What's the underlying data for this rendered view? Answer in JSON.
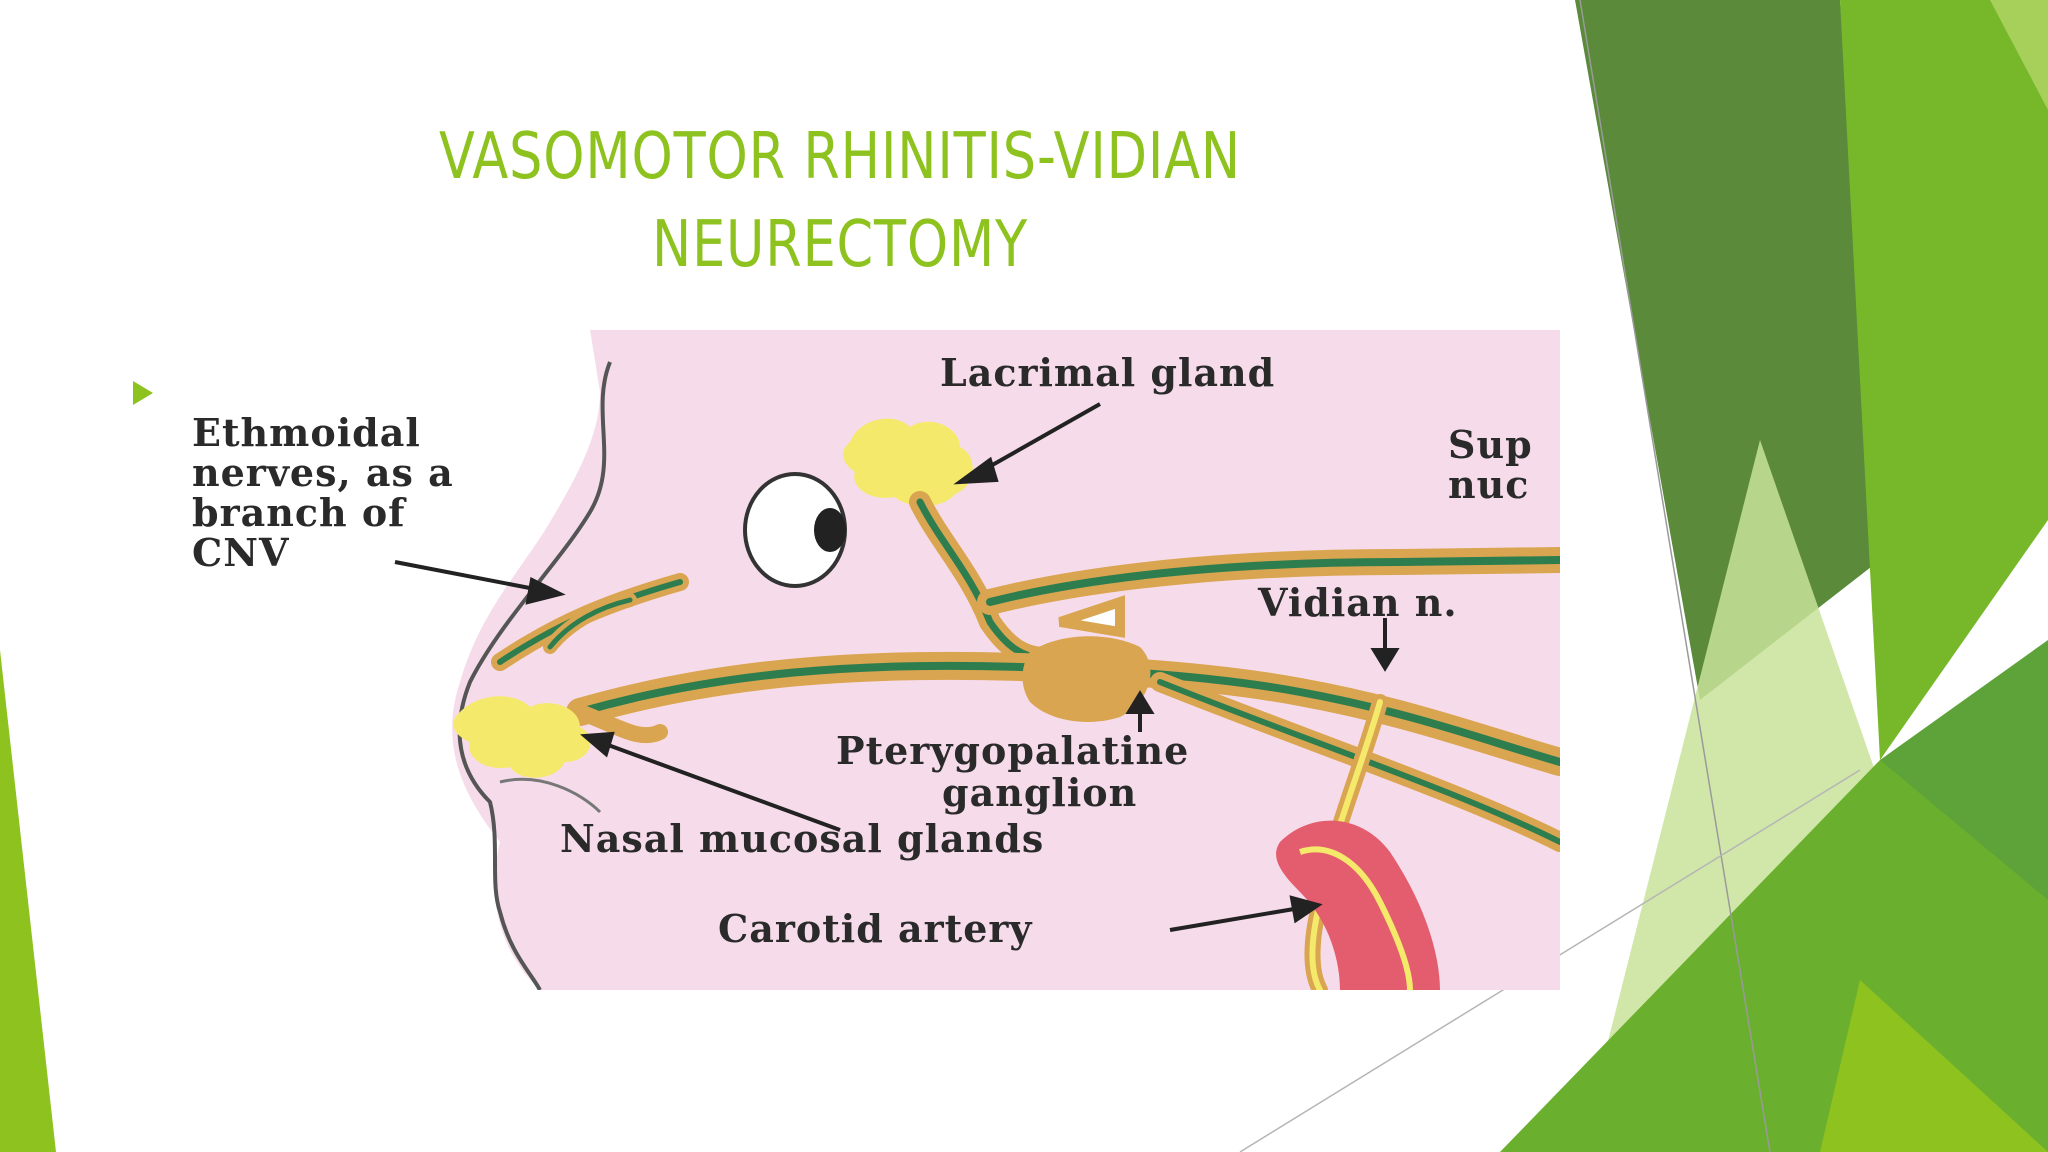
{
  "slide": {
    "title_line_1": "VASOMOTOR RHINITIS-VIDIAN",
    "title_line_2": "NEURECTOMY",
    "bullet_text": "",
    "close_symbol": "✕",
    "accent": "#8DC21F"
  },
  "diagram": {
    "labels": {
      "lacrimal_gland": "Lacrimal gland",
      "ethmoidal_1": "Ethmoidal",
      "ethmoidal_2": "nerves, as a",
      "ethmoidal_3": "branch of",
      "ethmoidal_4": "CNV",
      "sup_1": "Sup",
      "sup_2": "nuc",
      "vidian": "Vidian n.",
      "pterygo_1": "Pterygopalatine",
      "pterygo_2": "ganglion",
      "nasal_glands": "Nasal mucosal glands",
      "carotid": "Carotid artery"
    },
    "colors": {
      "skin": "#f6dcea",
      "nerve": "#d9a550",
      "nerve_core": "#2e7d4f",
      "gland": "#f4e96a",
      "artery": "#e35d6e"
    }
  }
}
